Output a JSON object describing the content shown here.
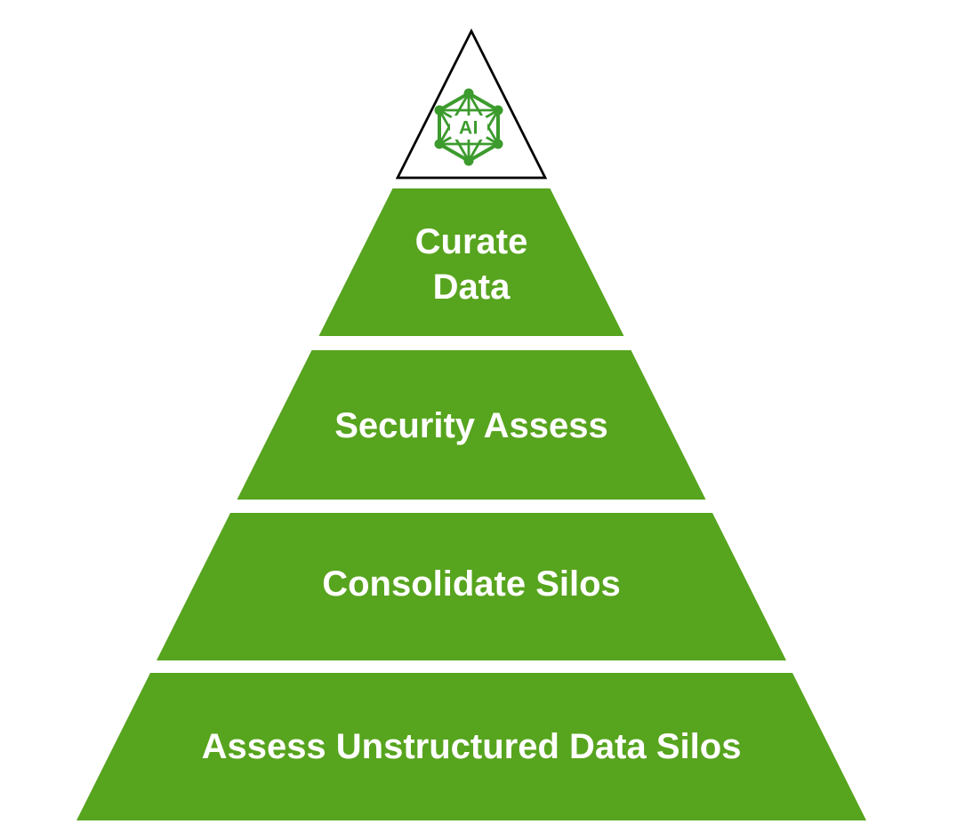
{
  "diagram": {
    "type": "pyramid",
    "orientation": "apex-top",
    "colors": {
      "layer_fill": "#57a41e",
      "layer_text_color": "#ffffff",
      "apex_fill": "#ffffff",
      "apex_stroke": "#000000",
      "icon_color": "#3c9b2d",
      "icon_label_bg": "#ffffff"
    },
    "apex": {
      "icon": "ai-network-icon",
      "icon_label": "AI"
    },
    "layers": [
      {
        "label": "Curate Data",
        "lines": [
          "Curate",
          "Data"
        ]
      },
      {
        "label": "Security Assess",
        "lines": [
          "Security Assess"
        ]
      },
      {
        "label": "Consolidate Silos",
        "lines": [
          "Consolidate Silos"
        ]
      },
      {
        "label": "Assess Unstructured Data Silos",
        "lines": [
          "Assess Unstructured Data Silos"
        ]
      }
    ]
  }
}
